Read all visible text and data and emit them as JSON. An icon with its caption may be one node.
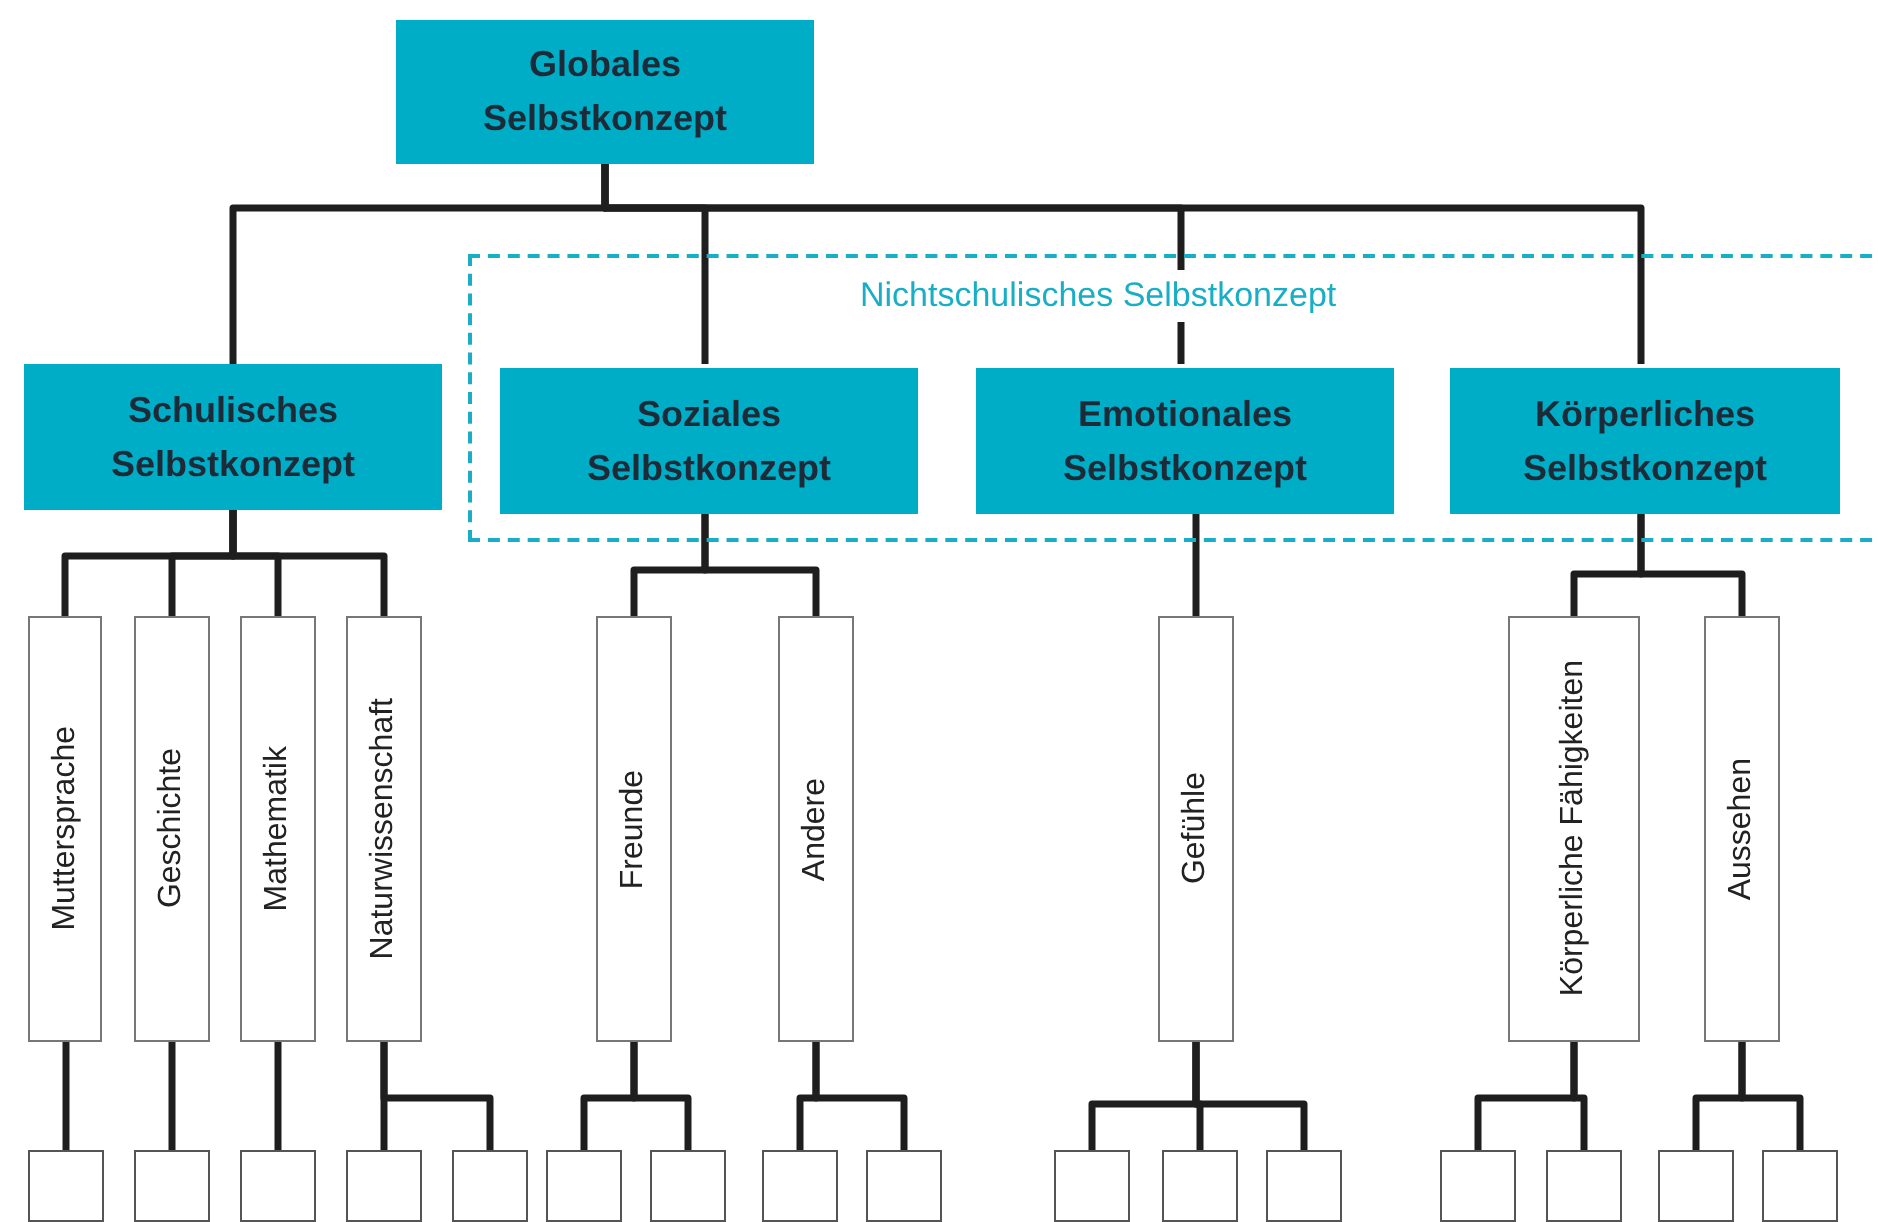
{
  "diagram": {
    "nodes": [
      {
        "text": [
          "Globales Selbstkonzept"
        ]
      },
      {
        "text": [
          "Schulisches Selbstkonzept"
        ]
      },
      {
        "text": [
          "Nichtschulisches Selbstkonzept"
        ]
      },
      {
        "text": [
          "Soziales Selbstkonzept"
        ],
        "in": 2
      },
      {
        "text": [
          "Emotionales Selbstkonzept"
        ],
        "in": 2
      },
      {
        "text": [
          "Körperliches Selbstkonzept"
        ],
        "in": 2
      },
      {
        "text": [
          "Muttersprache"
        ]
      },
      {
        "text": [
          "Geschichte"
        ]
      },
      {
        "text": [
          "Mathematik"
        ]
      },
      {
        "text": [
          "Naturwissenschaft"
        ]
      },
      {
        "text": [
          "Freunde"
        ]
      },
      {
        "text": [
          "Andere"
        ]
      },
      {
        "text": [
          "Gefühle"
        ]
      },
      {
        "text": [
          "Körperliche Fähigkeiten"
        ]
      },
      {
        "text": [
          "Aussehen"
        ]
      },
      {
        "text": [],
        "shape": "box"
      },
      {
        "text": [],
        "shape": "box"
      },
      {
        "text": [],
        "shape": "box"
      },
      {
        "text": [],
        "shape": "box"
      },
      {
        "text": [],
        "shape": "box"
      },
      {
        "text": [],
        "shape": "box"
      },
      {
        "text": [],
        "shape": "box"
      },
      {
        "text": [],
        "shape": "box"
      },
      {
        "text": [],
        "shape": "box"
      },
      {
        "text": [],
        "shape": "box"
      },
      {
        "text": [],
        "shape": "box"
      },
      {
        "text": [],
        "shape": "box"
      },
      {
        "text": [],
        "shape": "box"
      },
      {
        "text": [],
        "shape": "box"
      },
      {
        "text": [],
        "shape": "box"
      },
      {
        "text": [],
        "shape": "box"
      }
    ],
    "edges": [
      {
        "from": 0,
        "to": 1,
        "arrow": "none"
      },
      {
        "from": 0,
        "to": 3,
        "arrow": "none"
      },
      {
        "from": 0,
        "to": 4,
        "arrow": "none"
      },
      {
        "from": 0,
        "to": 5,
        "arrow": "none"
      },
      {
        "from": 1,
        "to": 6,
        "arrow": "none"
      },
      {
        "from": 1,
        "to": 7,
        "arrow": "none"
      },
      {
        "from": 1,
        "to": 8,
        "arrow": "none"
      },
      {
        "from": 1,
        "to": 9,
        "arrow": "none"
      },
      {
        "from": 3,
        "to": 10,
        "arrow": "none"
      },
      {
        "from": 3,
        "to": 11,
        "arrow": "none"
      },
      {
        "from": 4,
        "to": 12,
        "arrow": "none"
      },
      {
        "from": 5,
        "to": 13,
        "arrow": "none"
      },
      {
        "from": 5,
        "to": 14,
        "arrow": "none"
      },
      {
        "from": 6,
        "to": 15,
        "arrow": "none"
      },
      {
        "from": 7,
        "to": 16,
        "arrow": "none"
      },
      {
        "from": 8,
        "to": 17,
        "arrow": "none"
      },
      {
        "from": 9,
        "to": 18,
        "arrow": "none"
      },
      {
        "from": 9,
        "to": 19,
        "arrow": "none"
      },
      {
        "from": 10,
        "to": 20,
        "arrow": "none"
      },
      {
        "from": 10,
        "to": 21,
        "arrow": "none"
      },
      {
        "from": 11,
        "to": 22,
        "arrow": "none"
      },
      {
        "from": 11,
        "to": 23,
        "arrow": "none"
      },
      {
        "from": 12,
        "to": 24,
        "arrow": "none"
      },
      {
        "from": 12,
        "to": 25,
        "arrow": "none"
      },
      {
        "from": 12,
        "to": 26,
        "arrow": "none"
      },
      {
        "from": 13,
        "to": 27,
        "arrow": "none"
      },
      {
        "from": 13,
        "to": 28,
        "arrow": "none"
      },
      {
        "from": 14,
        "to": 29,
        "arrow": "none"
      },
      {
        "from": 14,
        "to": 30,
        "arrow": "none"
      }
    ]
  }
}
